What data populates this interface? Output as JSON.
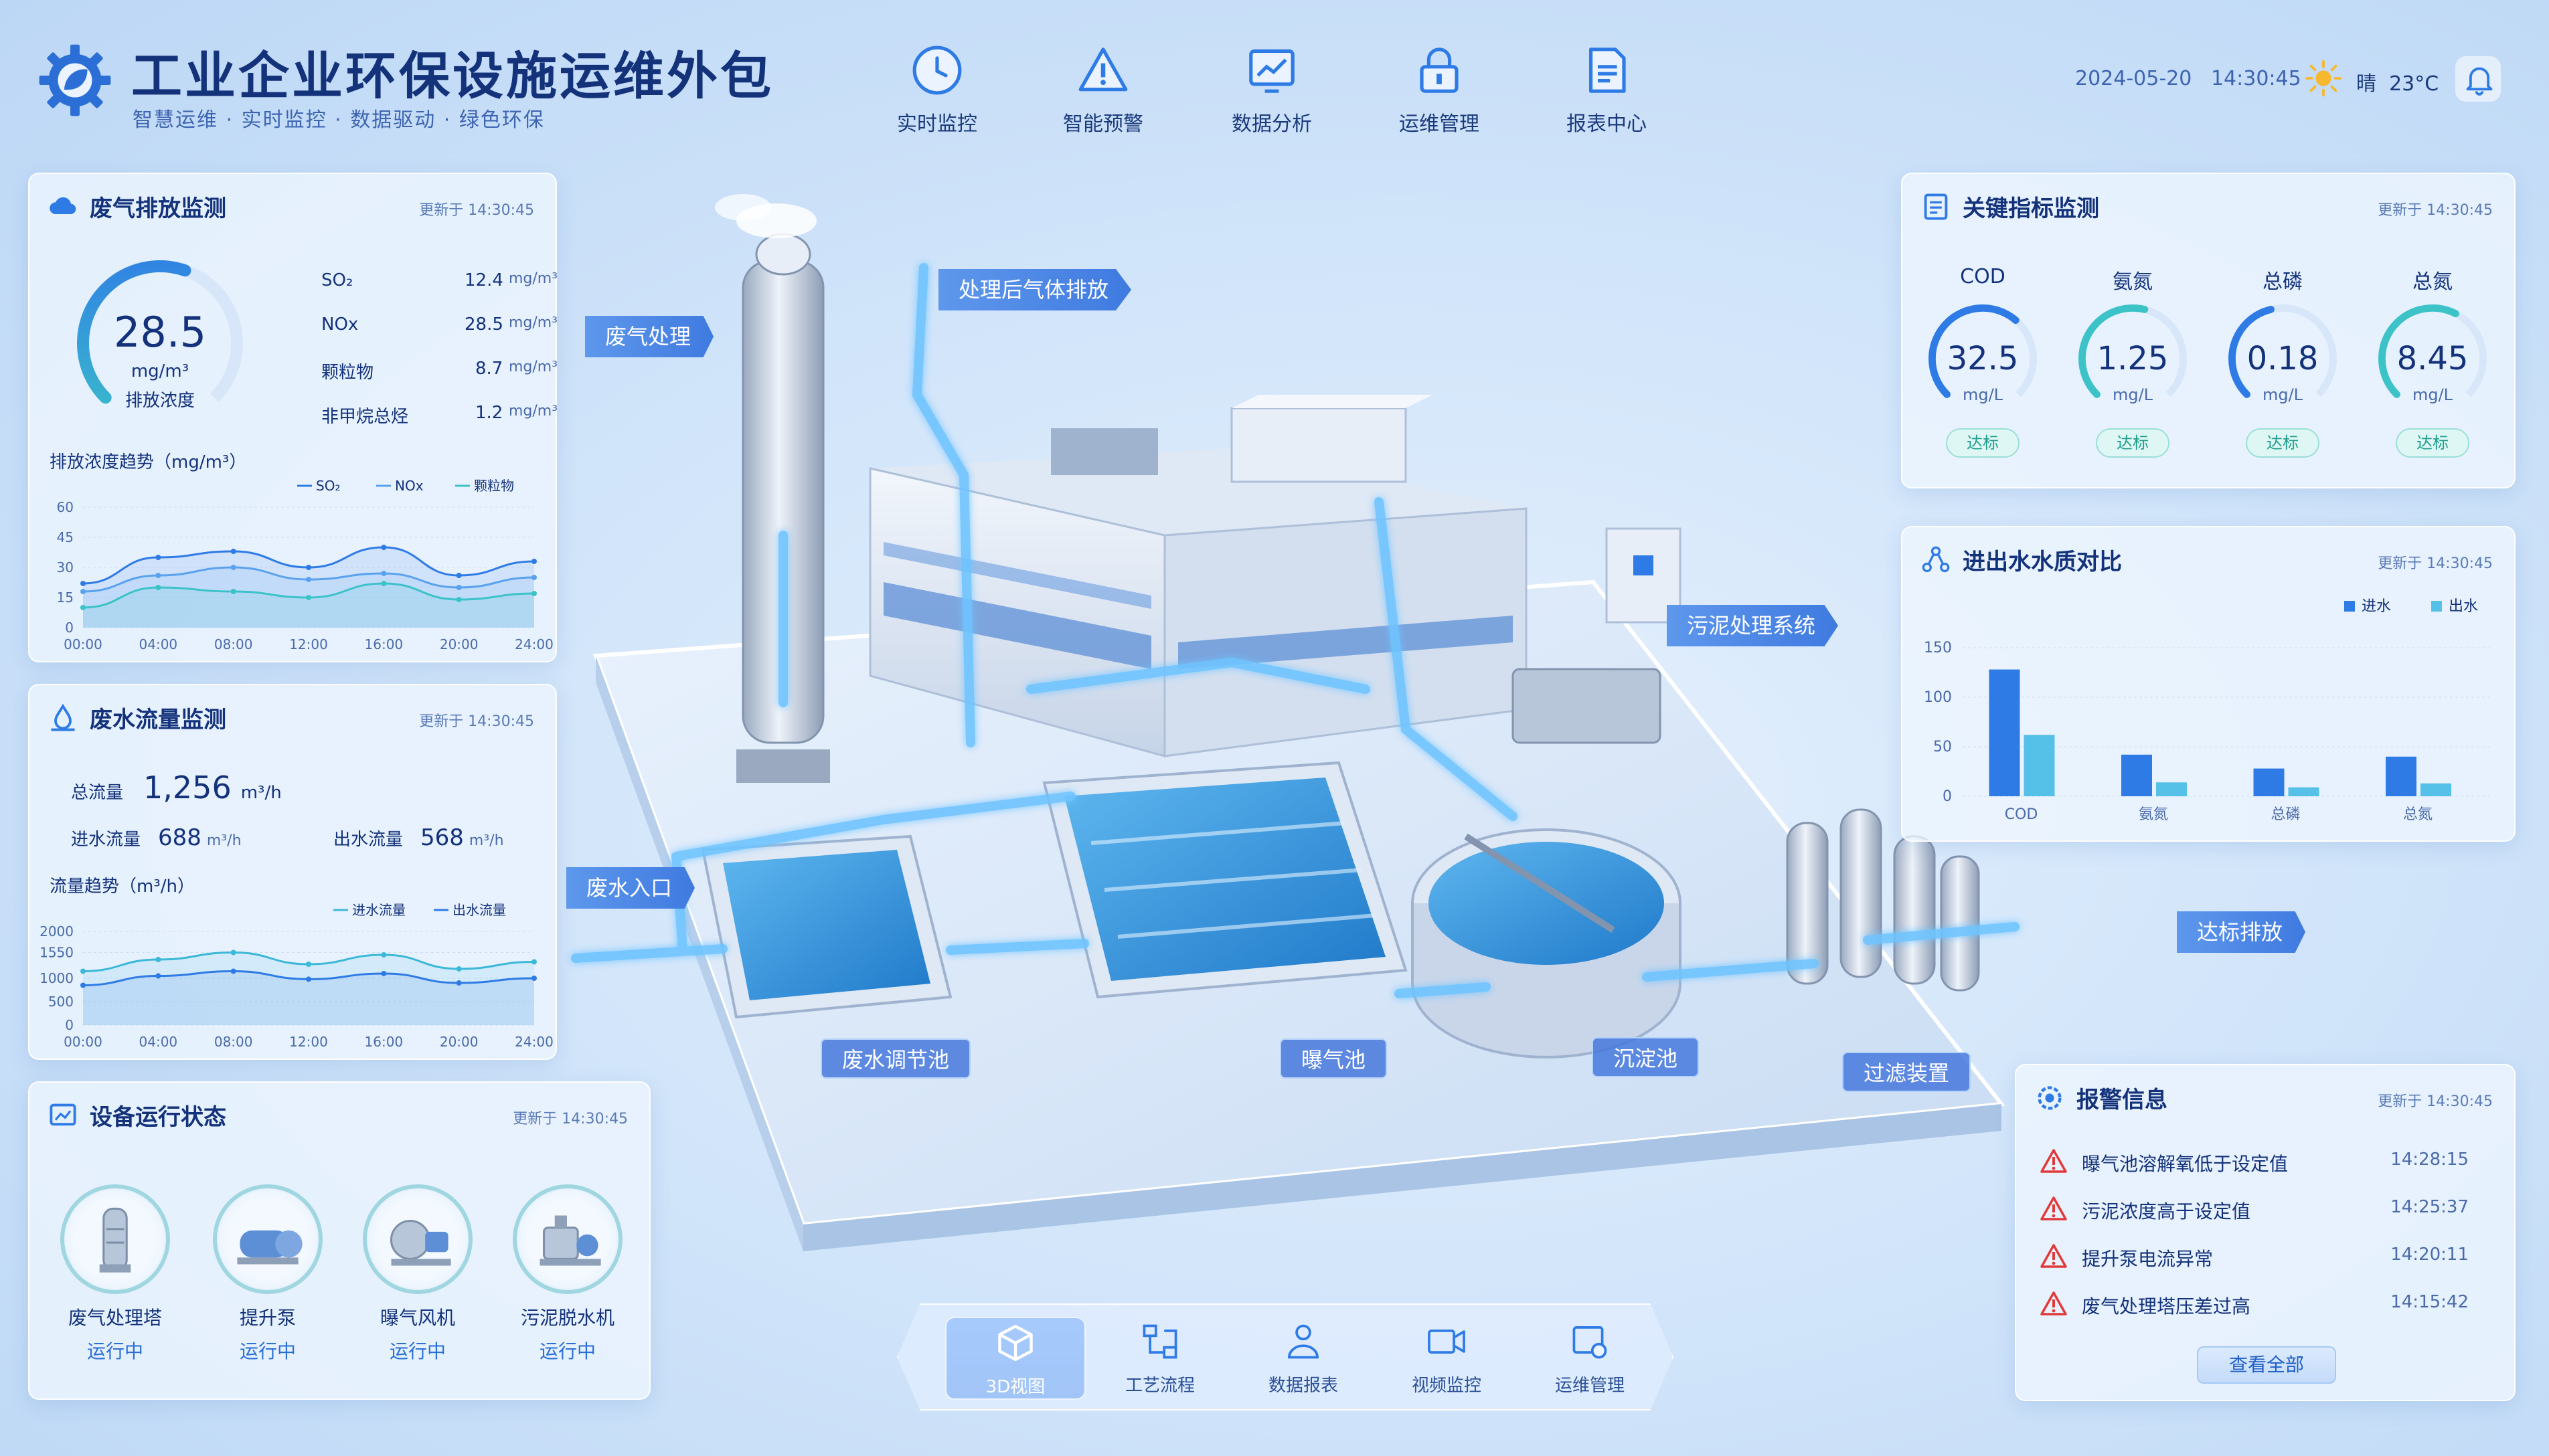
{
  "header": {
    "title": "工业企业环保设施运维外包",
    "subtitle": "智慧运维 · 实时监控 · 数据驱动 · 绿色环保",
    "nav": [
      {
        "label": "实时监控",
        "icon": "clock-icon"
      },
      {
        "label": "智能预警",
        "icon": "warning-icon"
      },
      {
        "label": "数据分析",
        "icon": "chart-icon"
      },
      {
        "label": "运维管理",
        "icon": "lock-icon"
      },
      {
        "label": "报表中心",
        "icon": "report-icon"
      }
    ],
    "date": "2024-05-20",
    "time": "14:30:45",
    "weather": "晴",
    "temperature": "23°C"
  },
  "exhaust": {
    "title": "废气排放监测",
    "updated": "更新于 14:30:45",
    "gauge_value": "28.5",
    "gauge_unit": "mg/m³",
    "gauge_label": "排放浓度",
    "gauge_fraction": 0.57,
    "items": [
      {
        "name": "SO₂",
        "value": "12.4",
        "unit": "mg/m³"
      },
      {
        "name": "NOx",
        "value": "28.5",
        "unit": "mg/m³"
      },
      {
        "name": "颗粒物",
        "value": "8.7",
        "unit": "mg/m³"
      },
      {
        "name": "非甲烷总烃",
        "value": "1.2",
        "unit": "mg/m³"
      }
    ],
    "trend_title": "排放浓度趋势（mg/m³）"
  },
  "wastewater": {
    "title": "废水流量监测",
    "updated": "更新于 14:30:45",
    "total_label": "总流量",
    "total_value": "1,256",
    "total_unit": "m³/h",
    "in_label": "进水流量",
    "in_value": "688",
    "in_unit": "m³/h",
    "out_label": "出水流量",
    "out_value": "568",
    "out_unit": "m³/h",
    "trend_title": "流量趋势（m³/h）"
  },
  "equipment": {
    "title": "设备运行状态",
    "updated": "更新于 14:30:45",
    "items": [
      {
        "name": "废气处理塔",
        "status": "运行中"
      },
      {
        "name": "提升泵",
        "status": "运行中"
      },
      {
        "name": "曝气风机",
        "status": "运行中"
      },
      {
        "name": "污泥脱水机",
        "status": "运行中"
      }
    ]
  },
  "kpi": {
    "title": "关键指标监测",
    "updated": "更新于 14:30:45",
    "items": [
      {
        "name": "COD",
        "value": "32.5",
        "unit": "mg/L",
        "status": "达标",
        "fraction": 0.65
      },
      {
        "name": "氨氮",
        "value": "1.25",
        "unit": "mg/L",
        "status": "达标",
        "fraction": 0.55
      },
      {
        "name": "总磷",
        "value": "0.18",
        "unit": "mg/L",
        "status": "达标",
        "fraction": 0.45
      },
      {
        "name": "总氮",
        "value": "8.45",
        "unit": "mg/L",
        "status": "达标",
        "fraction": 0.6
      }
    ]
  },
  "waterquality": {
    "title": "进出水水质对比",
    "updated": "更新于 14:30:45"
  },
  "alarms": {
    "title": "报警信息",
    "updated": "更新于 14:30:45",
    "view_all": "查看全部",
    "items": [
      {
        "text": "曝气池溶解氧低于设定值",
        "time": "14:28:15"
      },
      {
        "text": "污泥浓度高于设定值",
        "time": "14:25:37"
      },
      {
        "text": "提升泵电流异常",
        "time": "14:20:11"
      },
      {
        "text": "废气处理塔压差过高",
        "time": "14:15:42"
      }
    ]
  },
  "scene": {
    "labels": {
      "gas_treat": "废气处理",
      "gas_out": "处理后气体排放",
      "sludge": "污泥处理系统",
      "water_in": "废水入口",
      "discharge": "达标排放",
      "tank1": "废水调节池",
      "tank2": "曝气池",
      "tank3": "沉淀池",
      "filter": "过滤装置"
    }
  },
  "bottom_nav": [
    {
      "label": "3D视图",
      "icon": "cube-icon",
      "active": true
    },
    {
      "label": "工艺流程",
      "icon": "flow-icon"
    },
    {
      "label": "数据报表",
      "icon": "data-report-icon"
    },
    {
      "label": "视频监控",
      "icon": "camera-icon"
    },
    {
      "label": "运维管理",
      "icon": "maintenance-icon"
    }
  ],
  "colors": {
    "accent": "#2f7be6",
    "teal": "#3cc3c8",
    "ok": "#1f9e8e",
    "alarm": "#e03a3a"
  },
  "chart_data": [
    {
      "type": "line",
      "title": "排放浓度趋势（mg/m³）",
      "x": [
        "00:00",
        "04:00",
        "08:00",
        "12:00",
        "16:00",
        "20:00",
        "24:00"
      ],
      "ylim": [
        0,
        60
      ],
      "yticks": [
        0,
        15,
        30,
        45,
        60
      ],
      "series": [
        {
          "name": "SO₂",
          "values": [
            22,
            35,
            38,
            30,
            40,
            26,
            33
          ]
        },
        {
          "name": "NOx",
          "values": [
            18,
            26,
            30,
            24,
            27,
            20,
            25
          ]
        },
        {
          "name": "颗粒物",
          "values": [
            10,
            20,
            18,
            15,
            22,
            14,
            17
          ]
        }
      ],
      "legend": "top-right"
    },
    {
      "type": "line",
      "title": "流量趋势（m³/h）",
      "x": [
        "00:00",
        "04:00",
        "08:00",
        "12:00",
        "16:00",
        "20:00",
        "24:00"
      ],
      "ylim": [
        0,
        2000
      ],
      "yticks": [
        0,
        500,
        1000,
        1550,
        2000
      ],
      "series": [
        {
          "name": "进水流量",
          "values": [
            1150,
            1400,
            1550,
            1300,
            1500,
            1200,
            1350
          ]
        },
        {
          "name": "出水流量",
          "values": [
            850,
            1050,
            1150,
            980,
            1100,
            900,
            1000
          ]
        }
      ],
      "legend": "top-right"
    },
    {
      "type": "bar",
      "title": "",
      "categories": [
        "COD",
        "氨氮",
        "总磷",
        "总氮"
      ],
      "ylim": [
        0,
        150
      ],
      "yticks": [
        0,
        50,
        100,
        150
      ],
      "series": [
        {
          "name": "进水",
          "values": [
            128,
            42,
            28,
            40
          ]
        },
        {
          "name": "出水",
          "values": [
            62,
            14,
            9,
            13
          ]
        }
      ],
      "legend": "top-right"
    }
  ]
}
